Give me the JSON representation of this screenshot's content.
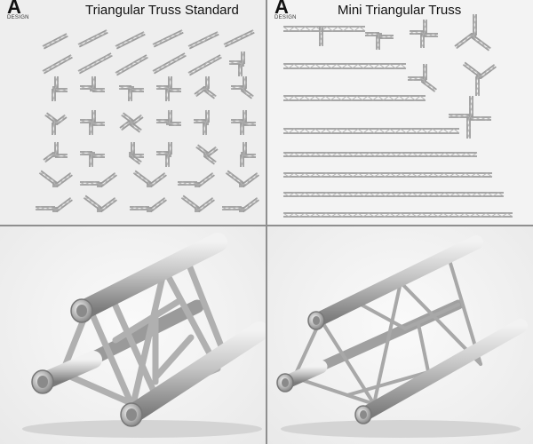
{
  "brand": {
    "letter": "A",
    "word": "DESIGN",
    "icon": "a-design-logo"
  },
  "panels": {
    "top_left": {
      "title": "Triangular Truss Standard"
    },
    "top_right": {
      "title": "Mini Triangular Truss"
    },
    "bottom_left": {
      "icon": "standard-truss-segment-render"
    },
    "bottom_right": {
      "icon": "mini-truss-segment-render"
    }
  },
  "colors": {
    "background": "#eeeeee",
    "metal": "#b8b8b8",
    "divider": "#8f8f8f"
  }
}
